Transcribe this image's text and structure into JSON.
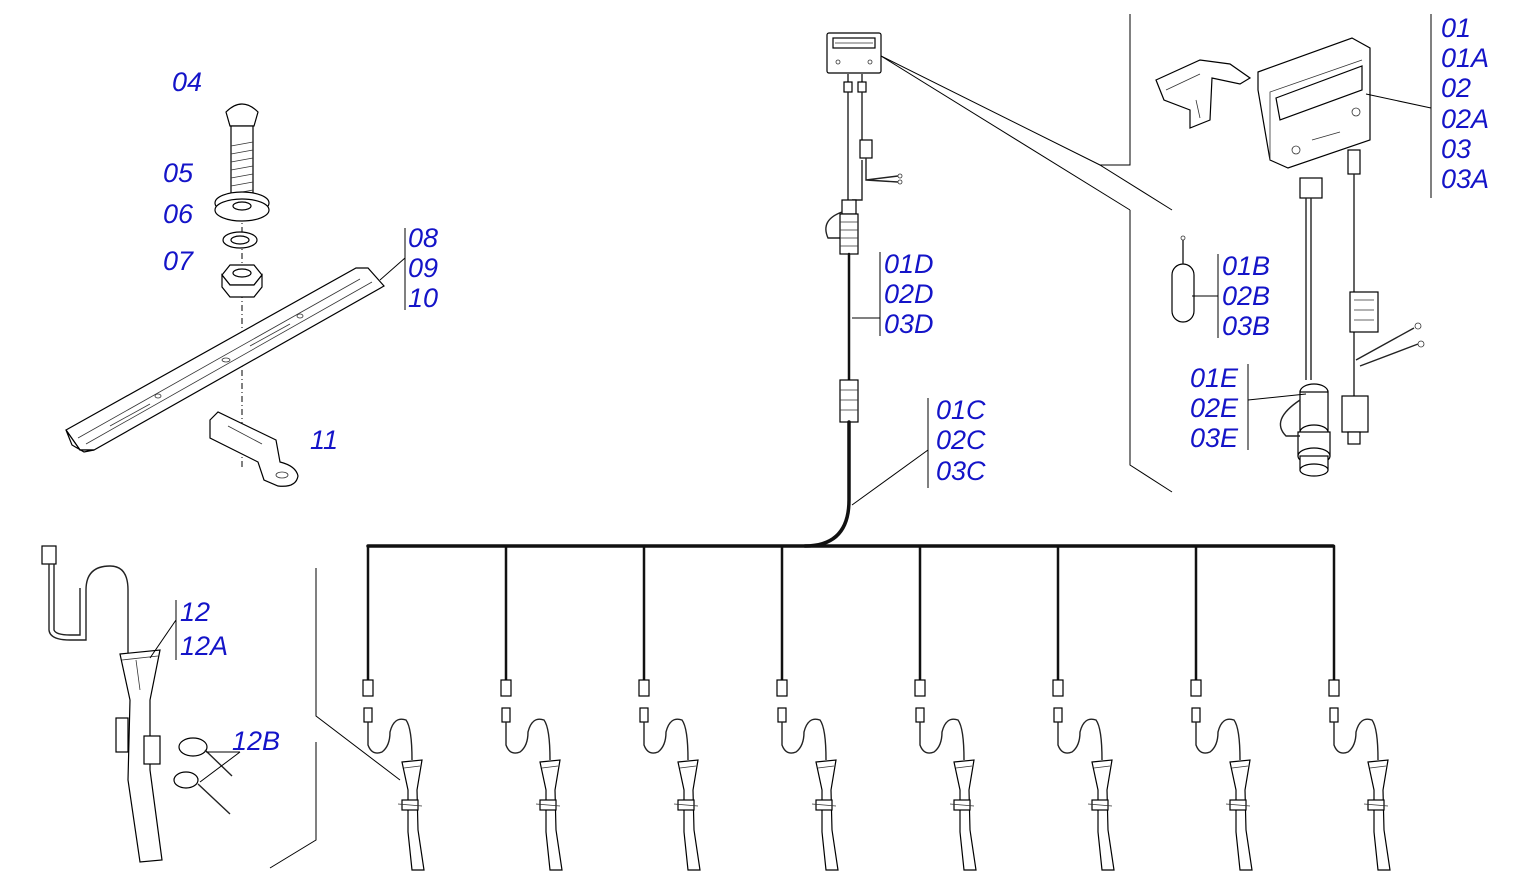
{
  "labels": {
    "l04": "04",
    "l05": "05",
    "l06": "06",
    "l07": "07",
    "l08": "08",
    "l09": "09",
    "l10": "10",
    "l11": "11",
    "l01": "01",
    "l01A": "01A",
    "l02": "02",
    "l02A": "02A",
    "l03": "03",
    "l03A": "03A",
    "l01B": "01B",
    "l02B": "02B",
    "l03B": "03B",
    "l01C": "01C",
    "l02C": "02C",
    "l03C": "03C",
    "l01D": "01D",
    "l02D": "02D",
    "l03D": "03D",
    "l01E": "01E",
    "l02E": "02E",
    "l03E": "03E",
    "l12": "12",
    "l12A": "12A",
    "l12B": "12B"
  },
  "colors": {
    "label": "#1414c8",
    "line": "#000000"
  },
  "sensor_count": 8
}
